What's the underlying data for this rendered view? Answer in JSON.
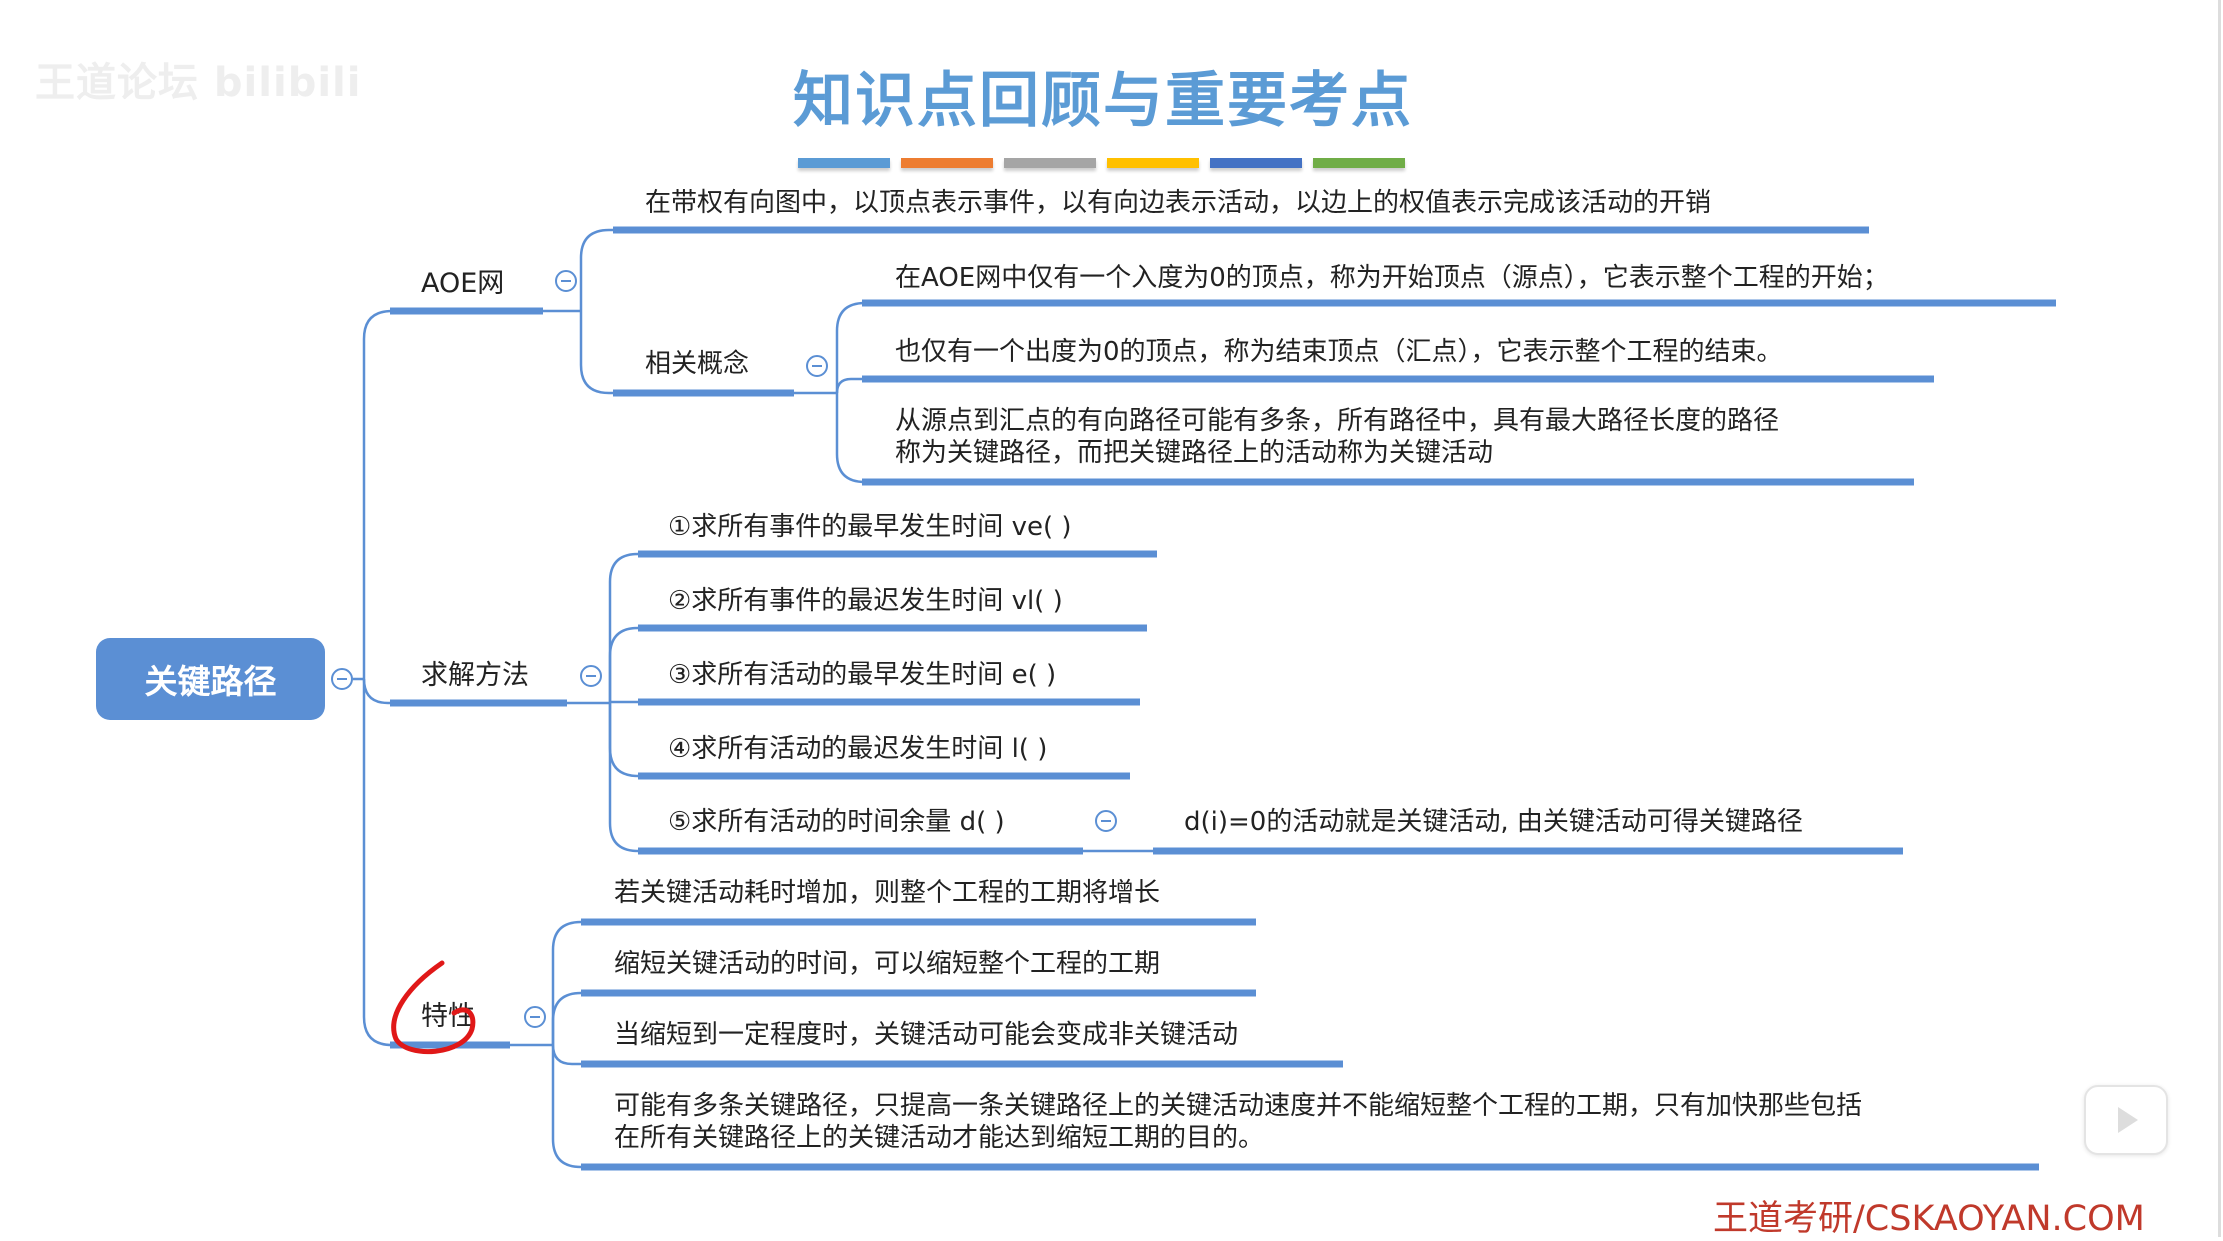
{
  "watermark": "王道论坛 bilibili",
  "title": "知识点回顾与重要考点",
  "title_bar_colors": [
    "#5b9bd5",
    "#ed7d31",
    "#a5a5a5",
    "#ffc000",
    "#4472c4",
    "#70ad47"
  ],
  "accent": "#5b8fd4",
  "root": "关键路径",
  "aoe": {
    "label": "AOE网",
    "definition": "在带权有向图中，以顶点表示事件，以有向边表示活动，以边上的权值表示完成该活动的开销",
    "concepts": {
      "label": "相关概念",
      "items": [
        "在AOE网中仅有一个入度为0的顶点，称为开始顶点（源点），它表示整个工程的开始；",
        "也仅有一个出度为0的顶点，称为结束顶点（汇点），它表示整个工程的结束。",
        "从源点到汇点的有向路径可能有多条，所有路径中，具有最大路径长度的路径",
        "称为关键路径，而把关键路径上的活动称为关键活动"
      ]
    }
  },
  "method": {
    "label": "求解方法",
    "steps": [
      "①求所有事件的最早发生时间 ve( )",
      "②求所有事件的最迟发生时间 vl( )",
      "③求所有活动的最早发生时间 e( )",
      "④求所有活动的最迟发生时间 l( )",
      "⑤求所有活动的时间余量 d( )"
    ],
    "step5_note": "d(i)=0的活动就是关键活动, 由关键活动可得关键路径"
  },
  "props": {
    "label": "特性",
    "items": [
      "若关键活动耗时增加，则整个工程的工期将增长",
      "缩短关键活动的时间，可以缩短整个工程的工期",
      "当缩短到一定程度时，关键活动可能会变成非关键活动",
      "可能有多条关键路径，只提高一条关键路径上的关键活动速度并不能缩短整个工程的工期，只有加快那些包括",
      "在所有关键路径上的关键活动才能达到缩短工期的目的。"
    ]
  },
  "footer": "王道考研/CSKAOYAN.COM"
}
